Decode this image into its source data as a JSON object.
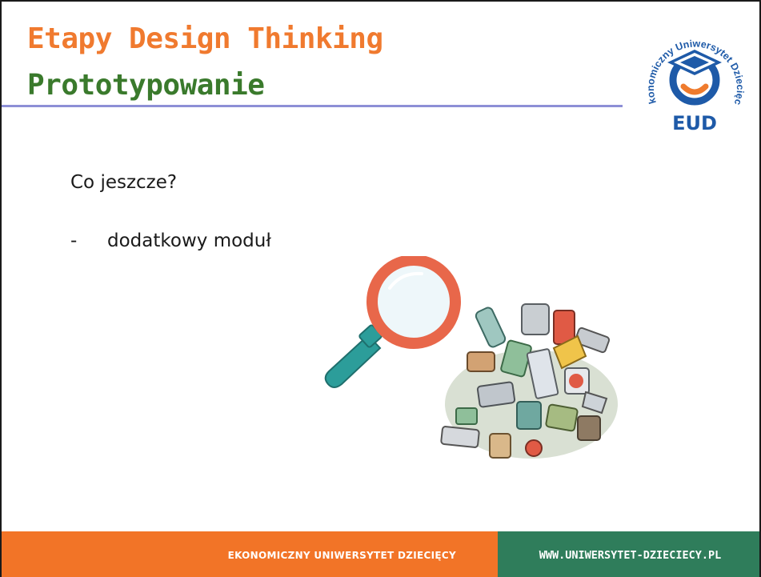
{
  "slide": {
    "title": "Etapy Design Thinking",
    "subtitle": "Prototypowanie",
    "body_text": "Co jeszcze?",
    "bullets": [
      {
        "marker": "-",
        "text": "dodatkowy moduł"
      }
    ]
  },
  "logo": {
    "ring_text": "Ekonomiczny Uniwersytet Dziecięcy",
    "acronym": "EUD"
  },
  "illustration": {
    "icons": [
      "magnifying-glass-icon",
      "trash-pile-icon"
    ]
  },
  "footer": {
    "left_text": "EKONOMICZNY UNIWERSYTET DZIECIĘCY",
    "right_text": "WWW.UNIWERSYTET-DZIECIECY.PL"
  },
  "colors": {
    "title_orange": "#f07a2f",
    "subtitle_green": "#3a7a2c",
    "rule_purple": "#8d8fd6",
    "footer_orange": "#f27427",
    "footer_green": "#2f7d5b",
    "logo_blue": "#1e5aa8",
    "logo_orange": "#ef7b2d"
  }
}
